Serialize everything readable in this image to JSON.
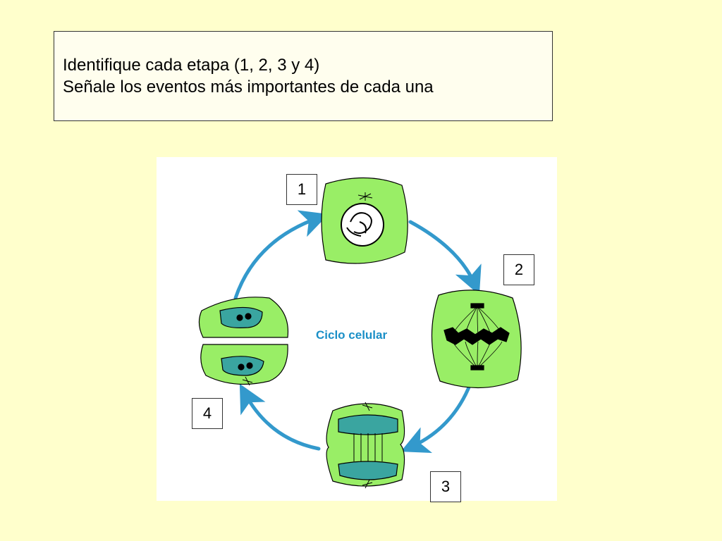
{
  "instructions": {
    "line1": "Identifique cada etapa (1, 2, 3 y 4)",
    "line2": "Señale los eventos más importantes de cada una"
  },
  "diagram": {
    "title": "Ciclo celular",
    "stages": [
      "1",
      "2",
      "3",
      "4"
    ]
  },
  "colors": {
    "page_background": "#ffffcc",
    "cell_fill": "#99ee66",
    "nucleus_fill": "#3aa5a0",
    "arrow": "#3399cc",
    "title_text": "#1a8fc7"
  }
}
